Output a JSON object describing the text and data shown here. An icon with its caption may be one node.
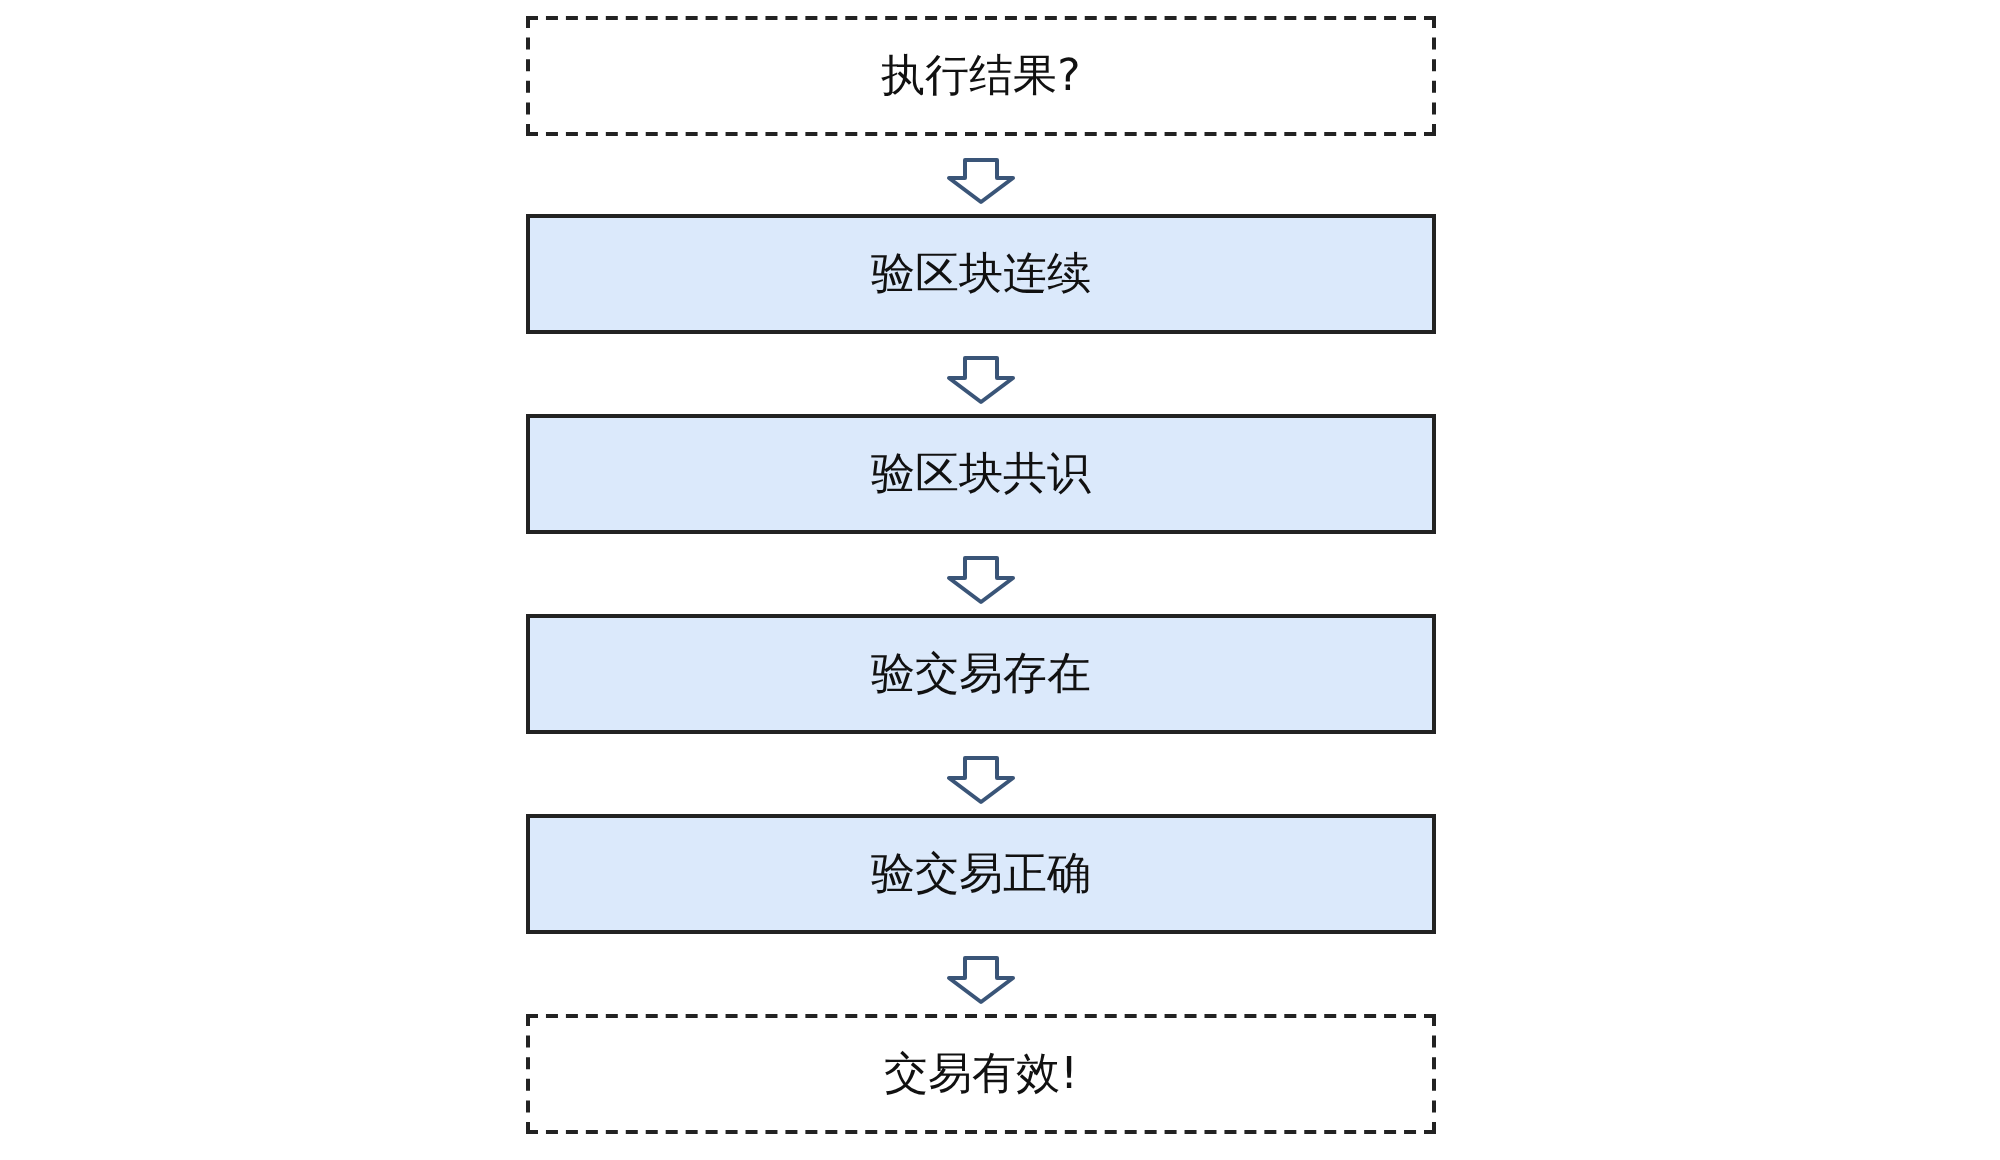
{
  "diagram": {
    "nodes": [
      {
        "text": [
          "执行结果?"
        ]
      },
      {
        "text": [
          "验区块连续"
        ]
      },
      {
        "text": [
          "验区块共识"
        ]
      },
      {
        "text": [
          "验交易存在"
        ]
      },
      {
        "text": [
          "验交易正确"
        ]
      },
      {
        "text": [
          "交易有效!"
        ]
      }
    ],
    "edges": [
      {
        "from": 0,
        "to": 1,
        "arrow": "to"
      },
      {
        "from": 1,
        "to": 2,
        "arrow": "to"
      },
      {
        "from": 2,
        "to": 3,
        "arrow": "to"
      },
      {
        "from": 3,
        "to": 4,
        "arrow": "to"
      },
      {
        "from": 4,
        "to": 5,
        "arrow": "to"
      }
    ]
  }
}
